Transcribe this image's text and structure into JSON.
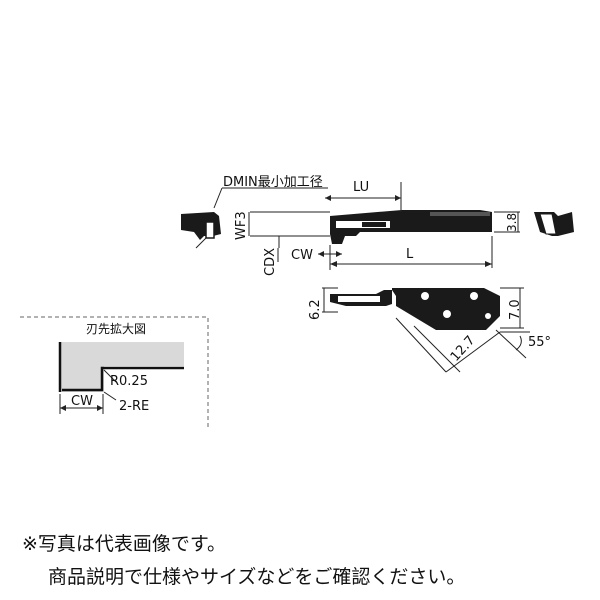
{
  "labels": {
    "dmin": "DMIN最小加工径",
    "lu": "LU",
    "wf3": "WF3",
    "cdx": "CDX",
    "cw": "CW",
    "l": "L",
    "h38": "3.8",
    "h62": "6.2",
    "h70": "7.0",
    "len127": "12.7",
    "angle55": "55°",
    "detail_title": "刃先拡大図",
    "r025": "R0.25",
    "re2": "2-RE",
    "detail_cw": "CW"
  },
  "notes": {
    "line1": "※写真は代表画像です。",
    "line2": "商品説明で仕様やサイズなどをご確認ください。"
  },
  "colors": {
    "part": "#1a1a1a",
    "detail_fill": "#d9d9d9",
    "dash": "#666666"
  }
}
